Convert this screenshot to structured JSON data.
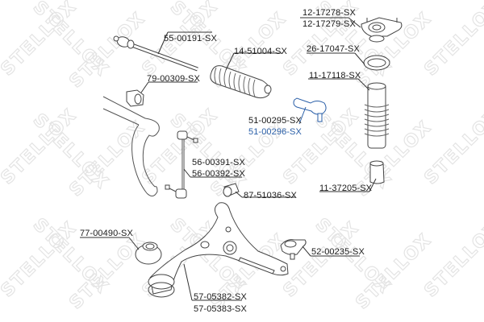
{
  "diagram": {
    "title": "",
    "watermark": {
      "text": "STELLOX",
      "color": "#e6e6e6"
    },
    "colors": {
      "line": "#333333",
      "part_stroke": "#444444",
      "highlight": "#2a5fa8",
      "text": "#1a1a1a"
    },
    "parts": [
      {
        "id": "tie-rod",
        "labels": [
          "55-00191-SX"
        ]
      },
      {
        "id": "steering-boot",
        "labels": [
          "14-51004-SX"
        ]
      },
      {
        "id": "stabilizer-bushing",
        "labels": [
          "79-00309-SX"
        ]
      },
      {
        "id": "tie-rod-end",
        "labels": [
          "51-00295-SX",
          "51-00296-SX"
        ],
        "highlighted_label": "51-00296-SX"
      },
      {
        "id": "strut-mount",
        "labels": [
          "12-17278-SX",
          "12-17279-SX"
        ]
      },
      {
        "id": "strut-bearing",
        "labels": [
          "26-17047-SX"
        ]
      },
      {
        "id": "strut-boot",
        "labels": [
          "11-17118-SX"
        ]
      },
      {
        "id": "bump-stop",
        "labels": [
          "11-37205-SX"
        ]
      },
      {
        "id": "stabilizer-link",
        "labels": [
          "56-00391-SX",
          "56-00392-SX"
        ]
      },
      {
        "id": "control-arm-bushing-front",
        "labels": [
          "87-51036-SX"
        ]
      },
      {
        "id": "control-arm-bushing-rear",
        "labels": [
          "77-00490-SX"
        ]
      },
      {
        "id": "ball-joint",
        "labels": [
          "52-00235-SX"
        ]
      },
      {
        "id": "control-arm",
        "labels": [
          "57-05382-SX",
          "57-05383-SX"
        ]
      }
    ]
  }
}
